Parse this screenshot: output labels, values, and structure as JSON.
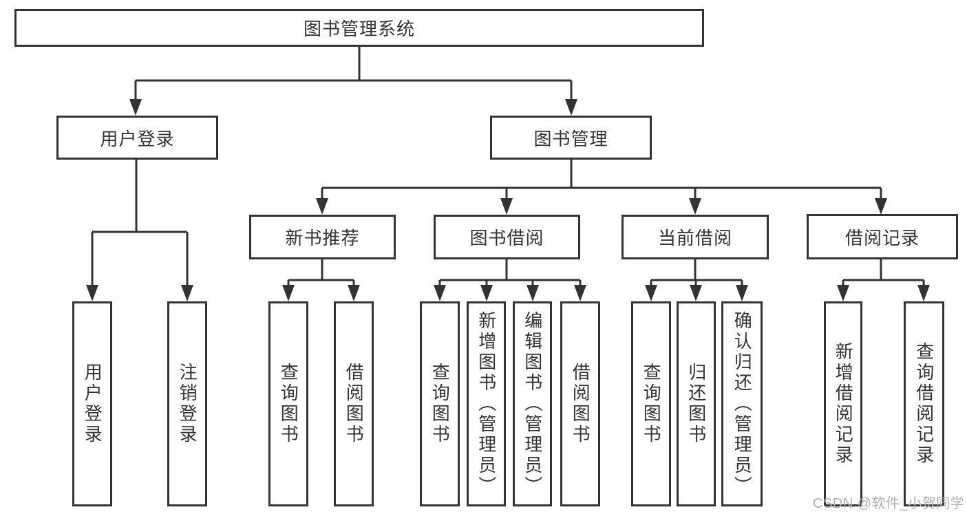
{
  "colors": {
    "line": "#333333",
    "text": "#333333",
    "background": "#ffffff",
    "watermark": "#b0b0b0"
  },
  "watermark": {
    "text": "CSDN @软件_小贺同学"
  },
  "tree": {
    "root": {
      "label": "图书管理系统"
    },
    "branches": [
      {
        "label": "用户登录",
        "children": [
          {
            "label": "用户登录"
          },
          {
            "label": "注销登录"
          }
        ]
      },
      {
        "label": "图书管理",
        "children": [
          {
            "label": "新书推荐",
            "children": [
              {
                "label": "查询图书"
              },
              {
                "label": "借阅图书"
              }
            ]
          },
          {
            "label": "图书借阅",
            "children": [
              {
                "label": "查询图书"
              },
              {
                "label": "新增图书（管理员）"
              },
              {
                "label": "编辑图书（管理员）"
              },
              {
                "label": "借阅图书"
              }
            ]
          },
          {
            "label": "当前借阅",
            "children": [
              {
                "label": "查询图书"
              },
              {
                "label": "归还图书"
              },
              {
                "label": "确认归还（管理员）"
              }
            ]
          },
          {
            "label": "借阅记录",
            "children": [
              {
                "label": "新增借阅记录"
              },
              {
                "label": "查询借阅记录"
              }
            ]
          }
        ]
      }
    ]
  }
}
